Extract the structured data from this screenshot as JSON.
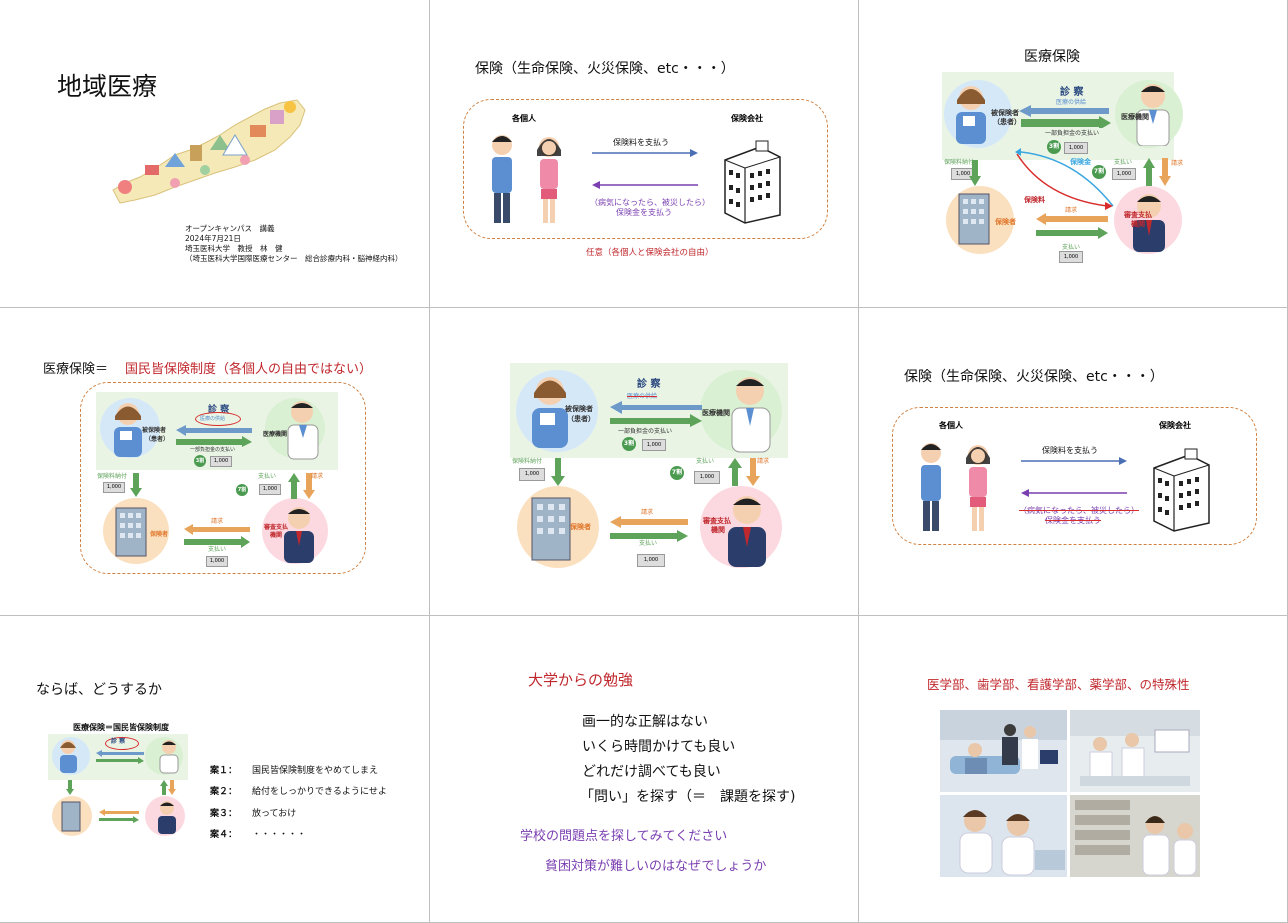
{
  "s1": {
    "title": "地域医療",
    "lines": [
      "オープンキャンパス　講義",
      "2024年7月21日",
      "埼玉医科大学　教授　林　健",
      "（埼玉医科大学国際医療センター　総合診療内科・脳神経内科）"
    ]
  },
  "s2": {
    "title": "保険（生命保険、火災保険、etc・・・）",
    "individual": "各個人",
    "company": "保険会社",
    "pay": "保険料を支払う",
    "claim_1": "（病気になったら、被災したら）",
    "claim_2": "保険金を支払う",
    "note": "任意（各個人と保険会社の自由）"
  },
  "diagram": {
    "title": "医療保険",
    "shinsatsu": "診 察",
    "iryou_kyoukyu": "医療の供給",
    "patient_1": "被保険者",
    "patient_2": "（患者）",
    "hospital": "医療機関",
    "copay": "一部負担金の支払い",
    "wari3": "3割",
    "wari7": "7割",
    "amount": "1,000",
    "premium_paid": "保険料納付",
    "shiharai": "支払い",
    "seikyu": "請求",
    "insurer": "保険者",
    "review_1": "審査支払",
    "review_2": "機関",
    "hokenkin": "保険金",
    "hokenryo": "保険料"
  },
  "s4": {
    "title_a": "医療保険＝",
    "title_b": "国民皆保険制度（各個人の自由ではない）"
  },
  "s6": {
    "title": "保険（生命保険、火災保険、etc・・・）",
    "individual": "各個人",
    "company": "保険会社",
    "pay": "保険料を支払う",
    "claim_1": "（病気になったら、被災したら）",
    "claim_2": "保険金を支払う"
  },
  "s7": {
    "title": "ならば、どうするか",
    "mini_title": "医療保険＝国民皆保険制度",
    "plans": [
      {
        "label": "案１：",
        "text": "国民皆保険制度をやめてしまえ"
      },
      {
        "label": "案２：",
        "text": "給付をしっかりできるようにせよ"
      },
      {
        "label": "案３：",
        "text": "放っておけ"
      },
      {
        "label": "案４：",
        "text": "・・・・・・"
      }
    ]
  },
  "s8": {
    "title": "大学からの勉強",
    "lines": [
      "画一的な正解はない",
      "いくら時間かけても良い",
      "どれだけ調べても良い",
      "「問い」を探す（＝　課題を探す)"
    ],
    "purple_1": "学校の問題点を探してみてください",
    "purple_2": "貧困対策が難しいのはなぜでしょうか"
  },
  "s9": {
    "title": "医学部、歯学部、看護学部、薬学部、の特殊性"
  }
}
